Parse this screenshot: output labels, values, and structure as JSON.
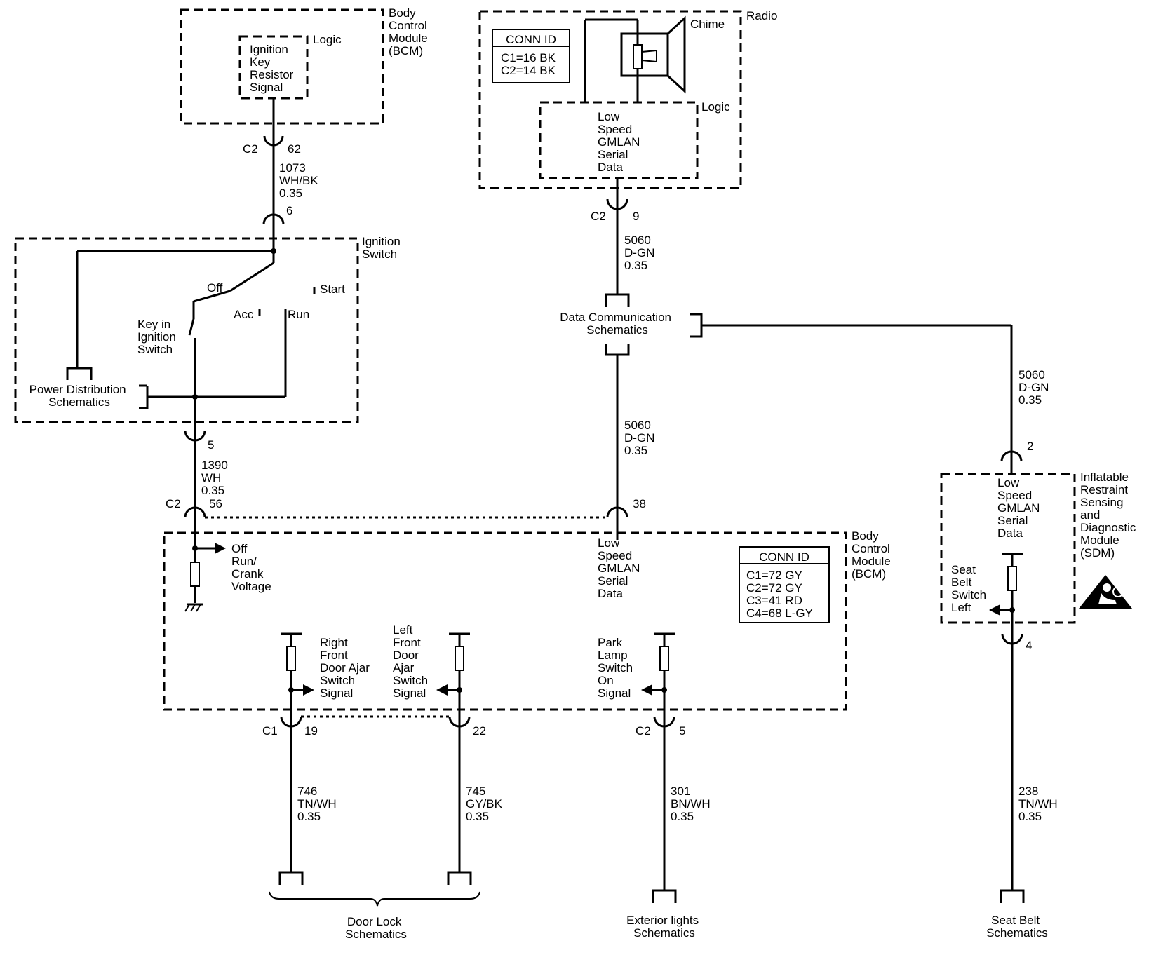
{
  "components": {
    "bcm_top": {
      "name": [
        "Body",
        "Control",
        "Module",
        "(BCM)"
      ],
      "logic_label": "Logic",
      "signal": [
        "Ignition",
        "Key",
        "Resistor",
        "Signal"
      ]
    },
    "radio": {
      "name": "Radio",
      "chime": "Chime",
      "logic_label": "Logic",
      "signal": [
        "Low",
        "Speed",
        "GMLAN",
        "Serial",
        "Data"
      ],
      "conn_id": {
        "title": "CONN ID",
        "lines": [
          "C1=16 BK",
          "C2=14 BK"
        ]
      }
    },
    "ignition_switch": {
      "name": [
        "Ignition",
        "Switch"
      ],
      "positions": {
        "off": "Off",
        "acc": "Acc",
        "run": "Run",
        "start": "Start"
      },
      "key_in": [
        "Key in",
        "Ignition",
        "Switch"
      ],
      "power_ref": [
        "Power Distribution",
        "Schematics"
      ]
    },
    "data_comm": {
      "ref": [
        "Data Communication",
        "Schematics"
      ]
    },
    "bcm_main": {
      "name": [
        "Body",
        "Control",
        "Module",
        "(BCM)"
      ],
      "voltage": [
        "Off",
        "Run/",
        "Crank",
        "Voltage"
      ],
      "gmlan": [
        "Low",
        "Speed",
        "GMLAN",
        "Serial",
        "Data"
      ],
      "rf_door": [
        "Right",
        "Front",
        "Door Ajar",
        "Switch",
        "Signal"
      ],
      "lf_door": [
        "Left",
        "Front",
        "Door",
        "Ajar",
        "Switch",
        "Signal"
      ],
      "park_lamp": [
        "Park",
        "Lamp",
        "Switch",
        "On",
        "Signal"
      ],
      "conn_id": {
        "title": "CONN ID",
        "lines": [
          "C1=72 GY",
          "C2=72 GY",
          "C3=41 RD",
          "C4=68 L-GY"
        ]
      }
    },
    "sdm": {
      "name": [
        "Inflatable",
        "Restraint",
        "Sensing",
        "and",
        "Diagnostic",
        "Module",
        "(SDM)"
      ],
      "gmlan": [
        "Low",
        "Speed",
        "GMLAN",
        "Serial",
        "Data"
      ],
      "seat_belt": [
        "Seat",
        "Belt",
        "Switch",
        "Left"
      ]
    }
  },
  "connectors": {
    "bcm_c2_62": {
      "conn": "C2",
      "pin": "62"
    },
    "ign_6": {
      "pin": "6"
    },
    "radio_c2_9": {
      "conn": "C2",
      "pin": "9"
    },
    "ign_5": {
      "pin": "5"
    },
    "bcm_c2_56": {
      "conn": "C2",
      "pin": "56"
    },
    "bcm_38": {
      "pin": "38"
    },
    "sdm_2": {
      "pin": "2"
    },
    "sdm_4": {
      "pin": "4"
    },
    "bcm_c1_19": {
      "conn": "C1",
      "pin": "19"
    },
    "bcm_22": {
      "pin": "22"
    },
    "bcm_c2_5": {
      "conn": "C2",
      "pin": "5"
    }
  },
  "wires": {
    "w1073": [
      "1073",
      "WH/BK",
      "0.35"
    ],
    "w5060_radio": [
      "5060",
      "D-GN",
      "0.35"
    ],
    "w5060_bcm": [
      "5060",
      "D-GN",
      "0.35"
    ],
    "w5060_sdm": [
      "5060",
      "D-GN",
      "0.35"
    ],
    "w1390": [
      "1390",
      "WH",
      "0.35"
    ],
    "w746": [
      "746",
      "TN/WH",
      "0.35"
    ],
    "w745": [
      "745",
      "GY/BK",
      "0.35"
    ],
    "w301": [
      "301",
      "BN/WH",
      "0.35"
    ],
    "w238": [
      "238",
      "TN/WH",
      "0.35"
    ]
  },
  "references": {
    "door_lock": [
      "Door Lock",
      "Schematics"
    ],
    "exterior_lights": [
      "Exterior lights",
      "Schematics"
    ],
    "seat_belt": [
      "Seat Belt",
      "Schematics"
    ]
  },
  "icons": {
    "sdm_warning": "airbag-warning-icon",
    "ground": "ground-icon"
  }
}
